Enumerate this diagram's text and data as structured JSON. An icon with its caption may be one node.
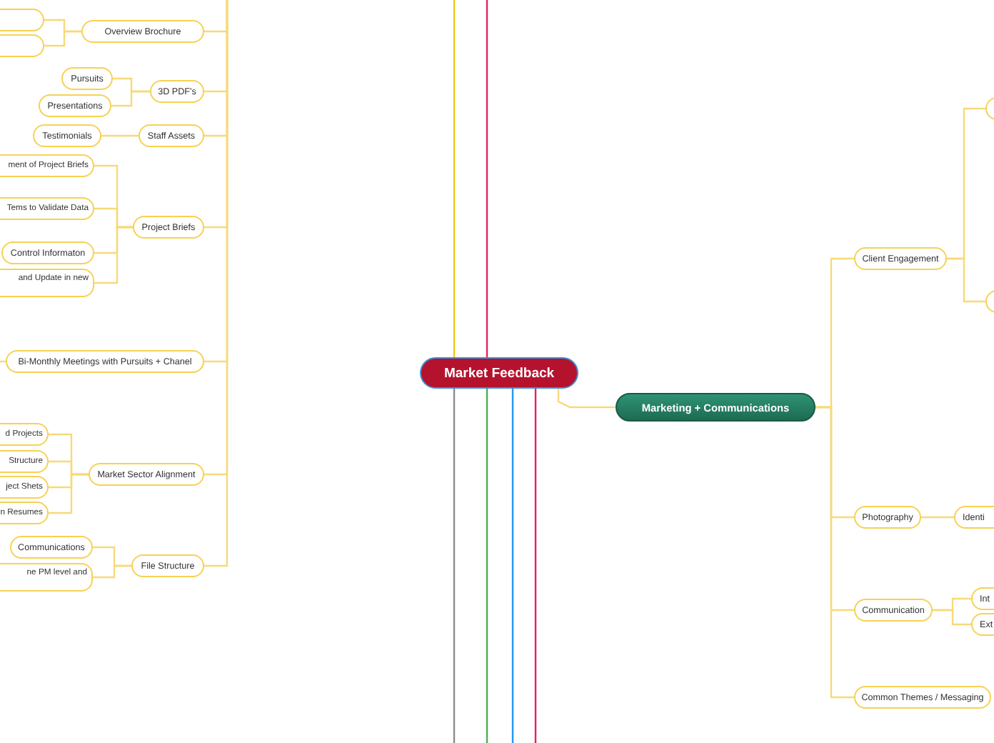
{
  "diagram": {
    "nodes": [
      {
        "text": [
          "Market Feedback"
        ]
      },
      {
        "text": [
          "Marketing + Communications"
        ]
      },
      {
        "text": [],
        "shape": "box"
      },
      {
        "text": [],
        "shape": "box"
      },
      {
        "text": [
          "Overview Brochure"
        ]
      },
      {
        "text": [
          "Pursuits"
        ]
      },
      {
        "text": [
          "Presentations"
        ]
      },
      {
        "text": [
          "3D PDF's"
        ]
      },
      {
        "text": [
          "Testimonials"
        ]
      },
      {
        "text": [
          "Staff Assets"
        ]
      },
      {
        "text": [
          "ment of Project Briefs"
        ]
      },
      {
        "text": [
          "Tems to Validate Data"
        ]
      },
      {
        "text": [
          "Control Informaton"
        ]
      },
      {
        "text": [
          "and Update in new"
        ]
      },
      {
        "text": [
          "Project Briefs"
        ]
      },
      {
        "text": [
          "Bi-Monthly Meetings with Pursuits + Chanel"
        ]
      },
      {
        "text": [
          "d Projects"
        ]
      },
      {
        "text": [
          "Structure"
        ]
      },
      {
        "text": [
          "ject Shets"
        ]
      },
      {
        "text": [
          "n Resumes"
        ]
      },
      {
        "text": [
          "Market Sector Alignment"
        ]
      },
      {
        "text": [
          "Communications"
        ]
      },
      {
        "text": [
          "ne PM level and"
        ]
      },
      {
        "text": [
          "File Structure"
        ]
      },
      {
        "text": [
          "Client Engagement"
        ]
      },
      {
        "text": [],
        "shape": "box"
      },
      {
        "text": [],
        "shape": "box"
      },
      {
        "text": [
          "Photography"
        ]
      },
      {
        "text": [
          "Identi"
        ]
      },
      {
        "text": [
          "Communication"
        ]
      },
      {
        "text": [
          "Int"
        ]
      },
      {
        "text": [
          "Ext"
        ]
      },
      {
        "text": [
          "Common Themes / Messaging"
        ]
      }
    ],
    "edges": [
      {
        "from": 0,
        "to": 1,
        "arrow": "none"
      },
      {
        "from": 0,
        "to": null,
        "arrow": "none",
        "color": "#f2c811"
      },
      {
        "from": 0,
        "to": null,
        "arrow": "none",
        "color": "#e0245e"
      },
      {
        "from": 0,
        "to": null,
        "arrow": "none",
        "color": "#8c8c8c"
      },
      {
        "from": 0,
        "to": null,
        "arrow": "none",
        "color": "#4caf50"
      },
      {
        "from": 0,
        "to": null,
        "arrow": "none",
        "color": "#2196f3"
      },
      {
        "from": 0,
        "to": null,
        "arrow": "none",
        "color": "#e0245e"
      },
      {
        "from": null,
        "to": 4,
        "arrow": "none"
      },
      {
        "from": null,
        "to": 7,
        "arrow": "none"
      },
      {
        "from": null,
        "to": 9,
        "arrow": "none"
      },
      {
        "from": null,
        "to": 14,
        "arrow": "none"
      },
      {
        "from": null,
        "to": 15,
        "arrow": "none"
      },
      {
        "from": null,
        "to": 20,
        "arrow": "none"
      },
      {
        "from": null,
        "to": 23,
        "arrow": "none"
      },
      {
        "from": 15,
        "to": null,
        "arrow": "none"
      },
      {
        "from": 4,
        "to": 2,
        "arrow": "none"
      },
      {
        "from": 4,
        "to": 3,
        "arrow": "none"
      },
      {
        "from": 7,
        "to": 5,
        "arrow": "none"
      },
      {
        "from": 7,
        "to": 6,
        "arrow": "none"
      },
      {
        "from": 9,
        "to": 8,
        "arrow": "none"
      },
      {
        "from": 14,
        "to": 10,
        "arrow": "none"
      },
      {
        "from": 14,
        "to": 11,
        "arrow": "none"
      },
      {
        "from": 14,
        "to": 12,
        "arrow": "none"
      },
      {
        "from": 14,
        "to": 13,
        "arrow": "none"
      },
      {
        "from": 20,
        "to": 16,
        "arrow": "none"
      },
      {
        "from": 20,
        "to": 17,
        "arrow": "none"
      },
      {
        "from": 20,
        "to": 18,
        "arrow": "none"
      },
      {
        "from": 20,
        "to": 19,
        "arrow": "none"
      },
      {
        "from": 23,
        "to": 21,
        "arrow": "none"
      },
      {
        "from": 23,
        "to": 22,
        "arrow": "none"
      },
      {
        "from": 1,
        "to": 24,
        "arrow": "none"
      },
      {
        "from": 1,
        "to": 27,
        "arrow": "none"
      },
      {
        "from": 1,
        "to": 29,
        "arrow": "none"
      },
      {
        "from": 1,
        "to": 32,
        "arrow": "none"
      },
      {
        "from": 24,
        "to": 25,
        "arrow": "none"
      },
      {
        "from": 24,
        "to": 26,
        "arrow": "none"
      },
      {
        "from": 27,
        "to": 28,
        "arrow": "none"
      },
      {
        "from": 29,
        "to": 30,
        "arrow": "none"
      },
      {
        "from": 29,
        "to": 31,
        "arrow": "none"
      }
    ]
  }
}
